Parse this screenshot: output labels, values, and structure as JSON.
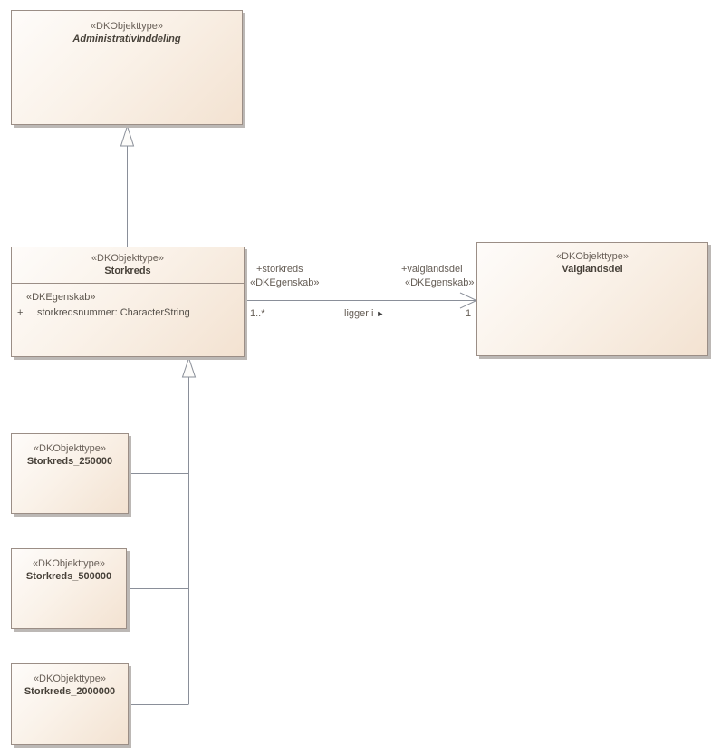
{
  "diagram": {
    "classes": {
      "administrativinddeling": {
        "stereotype": "«DKObjekttype»",
        "name": "AdministrativInddeling"
      },
      "storkreds": {
        "stereotype": "«DKObjekttype»",
        "name": "Storkreds",
        "attributes_stereotype": "«DKEgenskab»",
        "attribute_visibility": "+",
        "attribute": "storkredsnummer: CharacterString"
      },
      "valglandsdel": {
        "stereotype": "«DKObjekttype»",
        "name": "Valglandsdel"
      },
      "storkreds_250000": {
        "stereotype": "«DKObjekttype»",
        "name": "Storkreds_250000"
      },
      "storkreds_500000": {
        "stereotype": "«DKObjekttype»",
        "name": "Storkreds_500000"
      },
      "storkreds_2000000": {
        "stereotype": "«DKObjekttype»",
        "name": "Storkreds_2000000"
      }
    },
    "association": {
      "source_role": "+storkreds",
      "source_stereotype": "«DKEgenskab»",
      "source_multiplicity": "1..*",
      "name": "ligger i",
      "direction_marker": "►",
      "target_role": "+valglandsdel",
      "target_stereotype": "«DKEgenskab»",
      "target_multiplicity": "1"
    },
    "colors": {
      "box_fill_light": "#fefcfa",
      "box_fill_dark": "#f3e2d1",
      "box_border": "#9b8e86",
      "box_shadow": "#bcb8b5",
      "connector": "#8a8f99",
      "text_primary": "#474139",
      "text_secondary": "#6a6159"
    }
  }
}
